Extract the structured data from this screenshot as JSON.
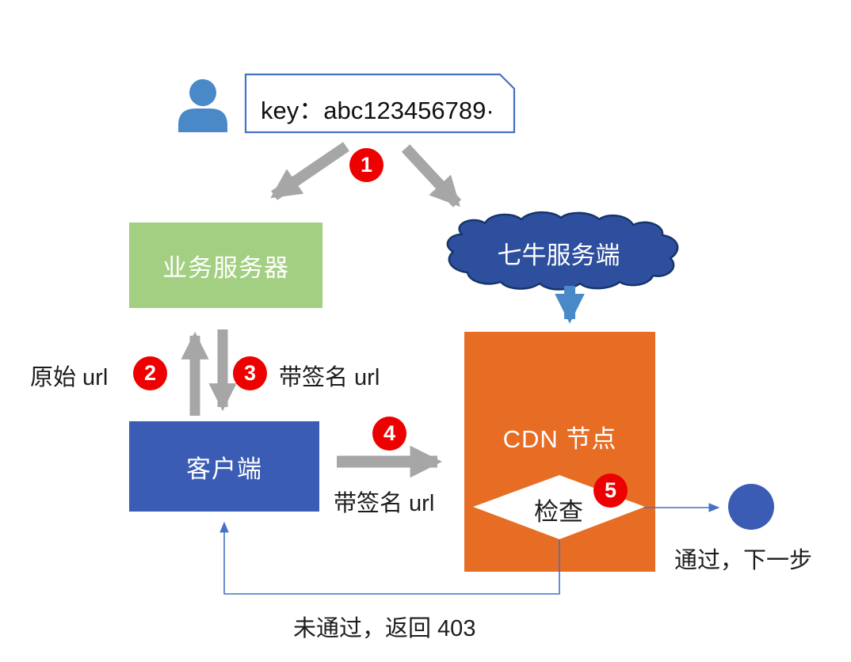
{
  "user": {
    "key_text": "key：abc123456789·"
  },
  "nodes": {
    "business_server": "业务服务器",
    "qiniu_cloud": "七牛服务端",
    "client": "客户端",
    "cdn_node": "CDN 节点",
    "check_diamond": "检查"
  },
  "steps": [
    {
      "num": "1"
    },
    {
      "num": "2"
    },
    {
      "num": "3"
    },
    {
      "num": "4"
    },
    {
      "num": "5"
    }
  ],
  "edge_labels": {
    "original_url": "原始 url",
    "signed_url_return": "带签名 url",
    "signed_url_request": "带签名 url",
    "pass_next_step": "通过，下一步",
    "fail_return_403": "未通过，返回 403"
  },
  "colors": {
    "green_box": "#A3CF82",
    "client_blue": "#3A5CB5",
    "orange_box": "#E76D25",
    "cloud_fill": "#2E4F9E",
    "cloud_stroke": "#16356B",
    "gray_arrow": "#A6A6A6",
    "light_blue_arrow": "#4A89C8",
    "thin_line_blue": "#4472C4",
    "badge_red": "#EE0000"
  }
}
